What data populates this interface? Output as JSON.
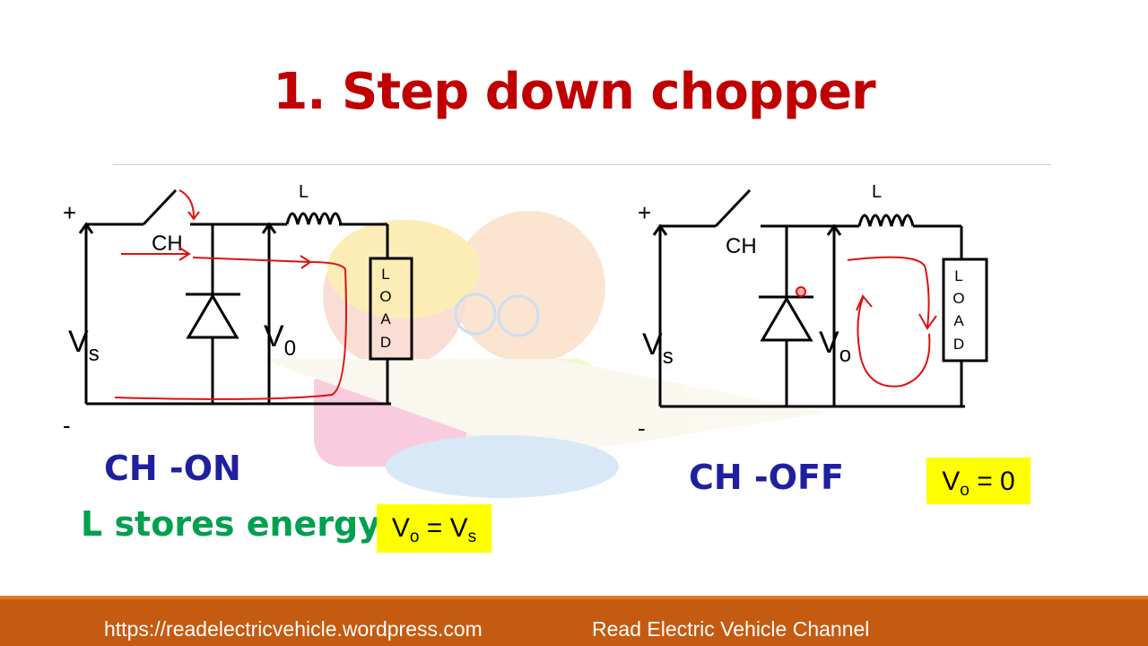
{
  "title": "1. Step down chopper",
  "left_circuit": {
    "plus": "+",
    "minus": "-",
    "switch": "CH",
    "inductor": "L",
    "vs_main": "V",
    "vs_sub": "s",
    "v0_main": "V",
    "v0_sub": "0",
    "load": [
      "L",
      "O",
      "A",
      "D"
    ]
  },
  "right_circuit": {
    "plus": "+",
    "minus": "-",
    "switch": "CH",
    "inductor": "L",
    "vs_main": "V",
    "vs_sub": "s",
    "vo_main": "V",
    "vo_sub": "o",
    "load": [
      "L",
      "O",
      "A",
      "D"
    ]
  },
  "labels": {
    "ch_on": "CH -ON",
    "l_stores": "L stores energy",
    "ch_off": "CH -OFF"
  },
  "formulas": {
    "on": {
      "a": "V",
      "a_sub": "o",
      "eq": " = ",
      "b": "V",
      "b_sub": "s"
    },
    "off": {
      "a": "V",
      "a_sub": "o",
      "eq": " = 0"
    }
  },
  "footer": {
    "url": "https://readelectricvehicle.wordpress.com",
    "channel": "Read Electric Vehicle Channel"
  },
  "colors": {
    "title": "#c00000",
    "blue_label": "#1f1f9f",
    "green_label": "#00a050",
    "highlight": "#ffff00",
    "footer": "#c55a11",
    "annotation": "#e01010"
  }
}
